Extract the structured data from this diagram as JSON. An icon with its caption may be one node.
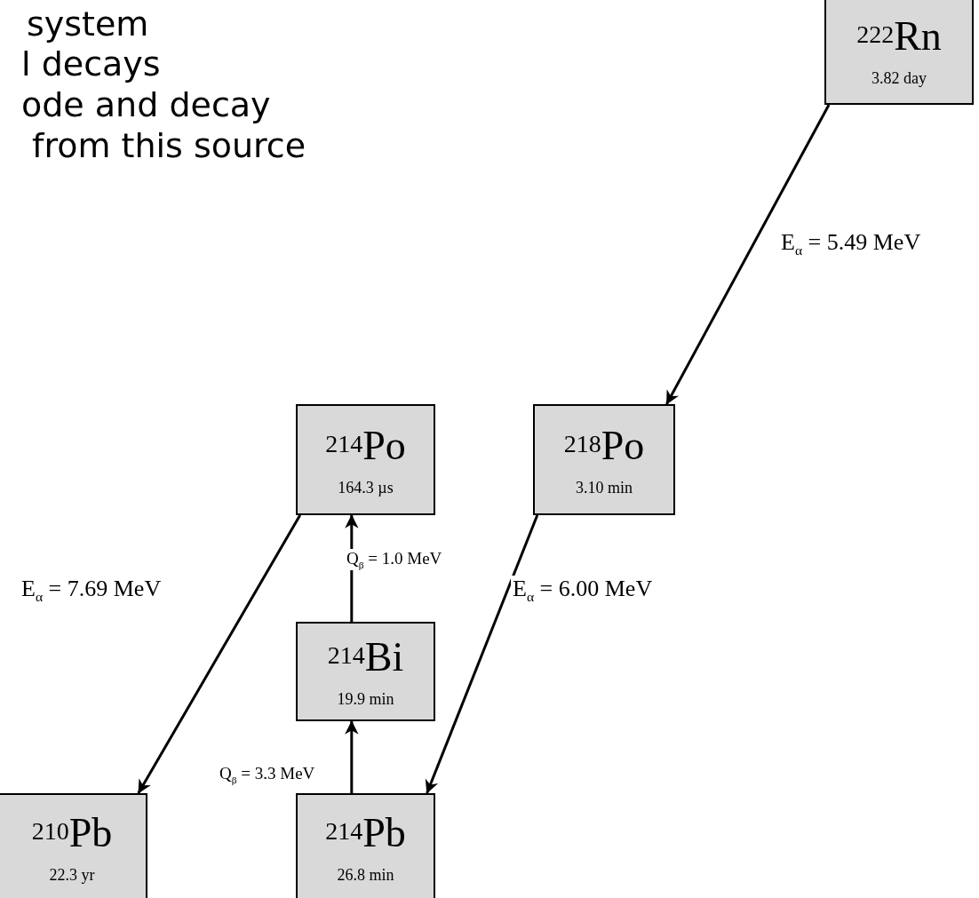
{
  "diagram": {
    "nodes": [
      {
        "text": [
          "$^{222}$Rn",
          "3.82 day"
        ]
      },
      {
        "text": [
          "$^{214}$Po",
          "164.3 µs"
        ]
      },
      {
        "text": [
          "$^{218}$Po",
          "3.10 min"
        ]
      },
      {
        "text": [
          "$^{214}$Bi",
          "19.9 min"
        ]
      },
      {
        "text": [
          "$^{210}$Pb",
          "22.3 yr"
        ]
      },
      {
        "text": [
          "$^{214}$Pb",
          "26.8 min"
        ]
      }
    ],
    "edges": [
      {
        "from": 0,
        "to": 2,
        "arrow": "to",
        "label": "E$_{α}$ = 5.49 MeV"
      },
      {
        "from": 3,
        "to": 1,
        "arrow": "to",
        "label": "Q$_{β}$ = 1.0 MeV"
      },
      {
        "from": 1,
        "to": 4,
        "arrow": "to",
        "label": "E$_{α}$ = 7.69 MeV"
      },
      {
        "from": 2,
        "to": 5,
        "arrow": "to",
        "label": "E$_{α}$ = 6.00 MeV"
      },
      {
        "from": 5,
        "to": 3,
        "arrow": "to",
        "label": "Q$_{β}$ = 3.3 MeV"
      }
    ],
    "labels": [
      "system",
      "l decays",
      "ode and decay",
      "from this source"
    ]
  }
}
